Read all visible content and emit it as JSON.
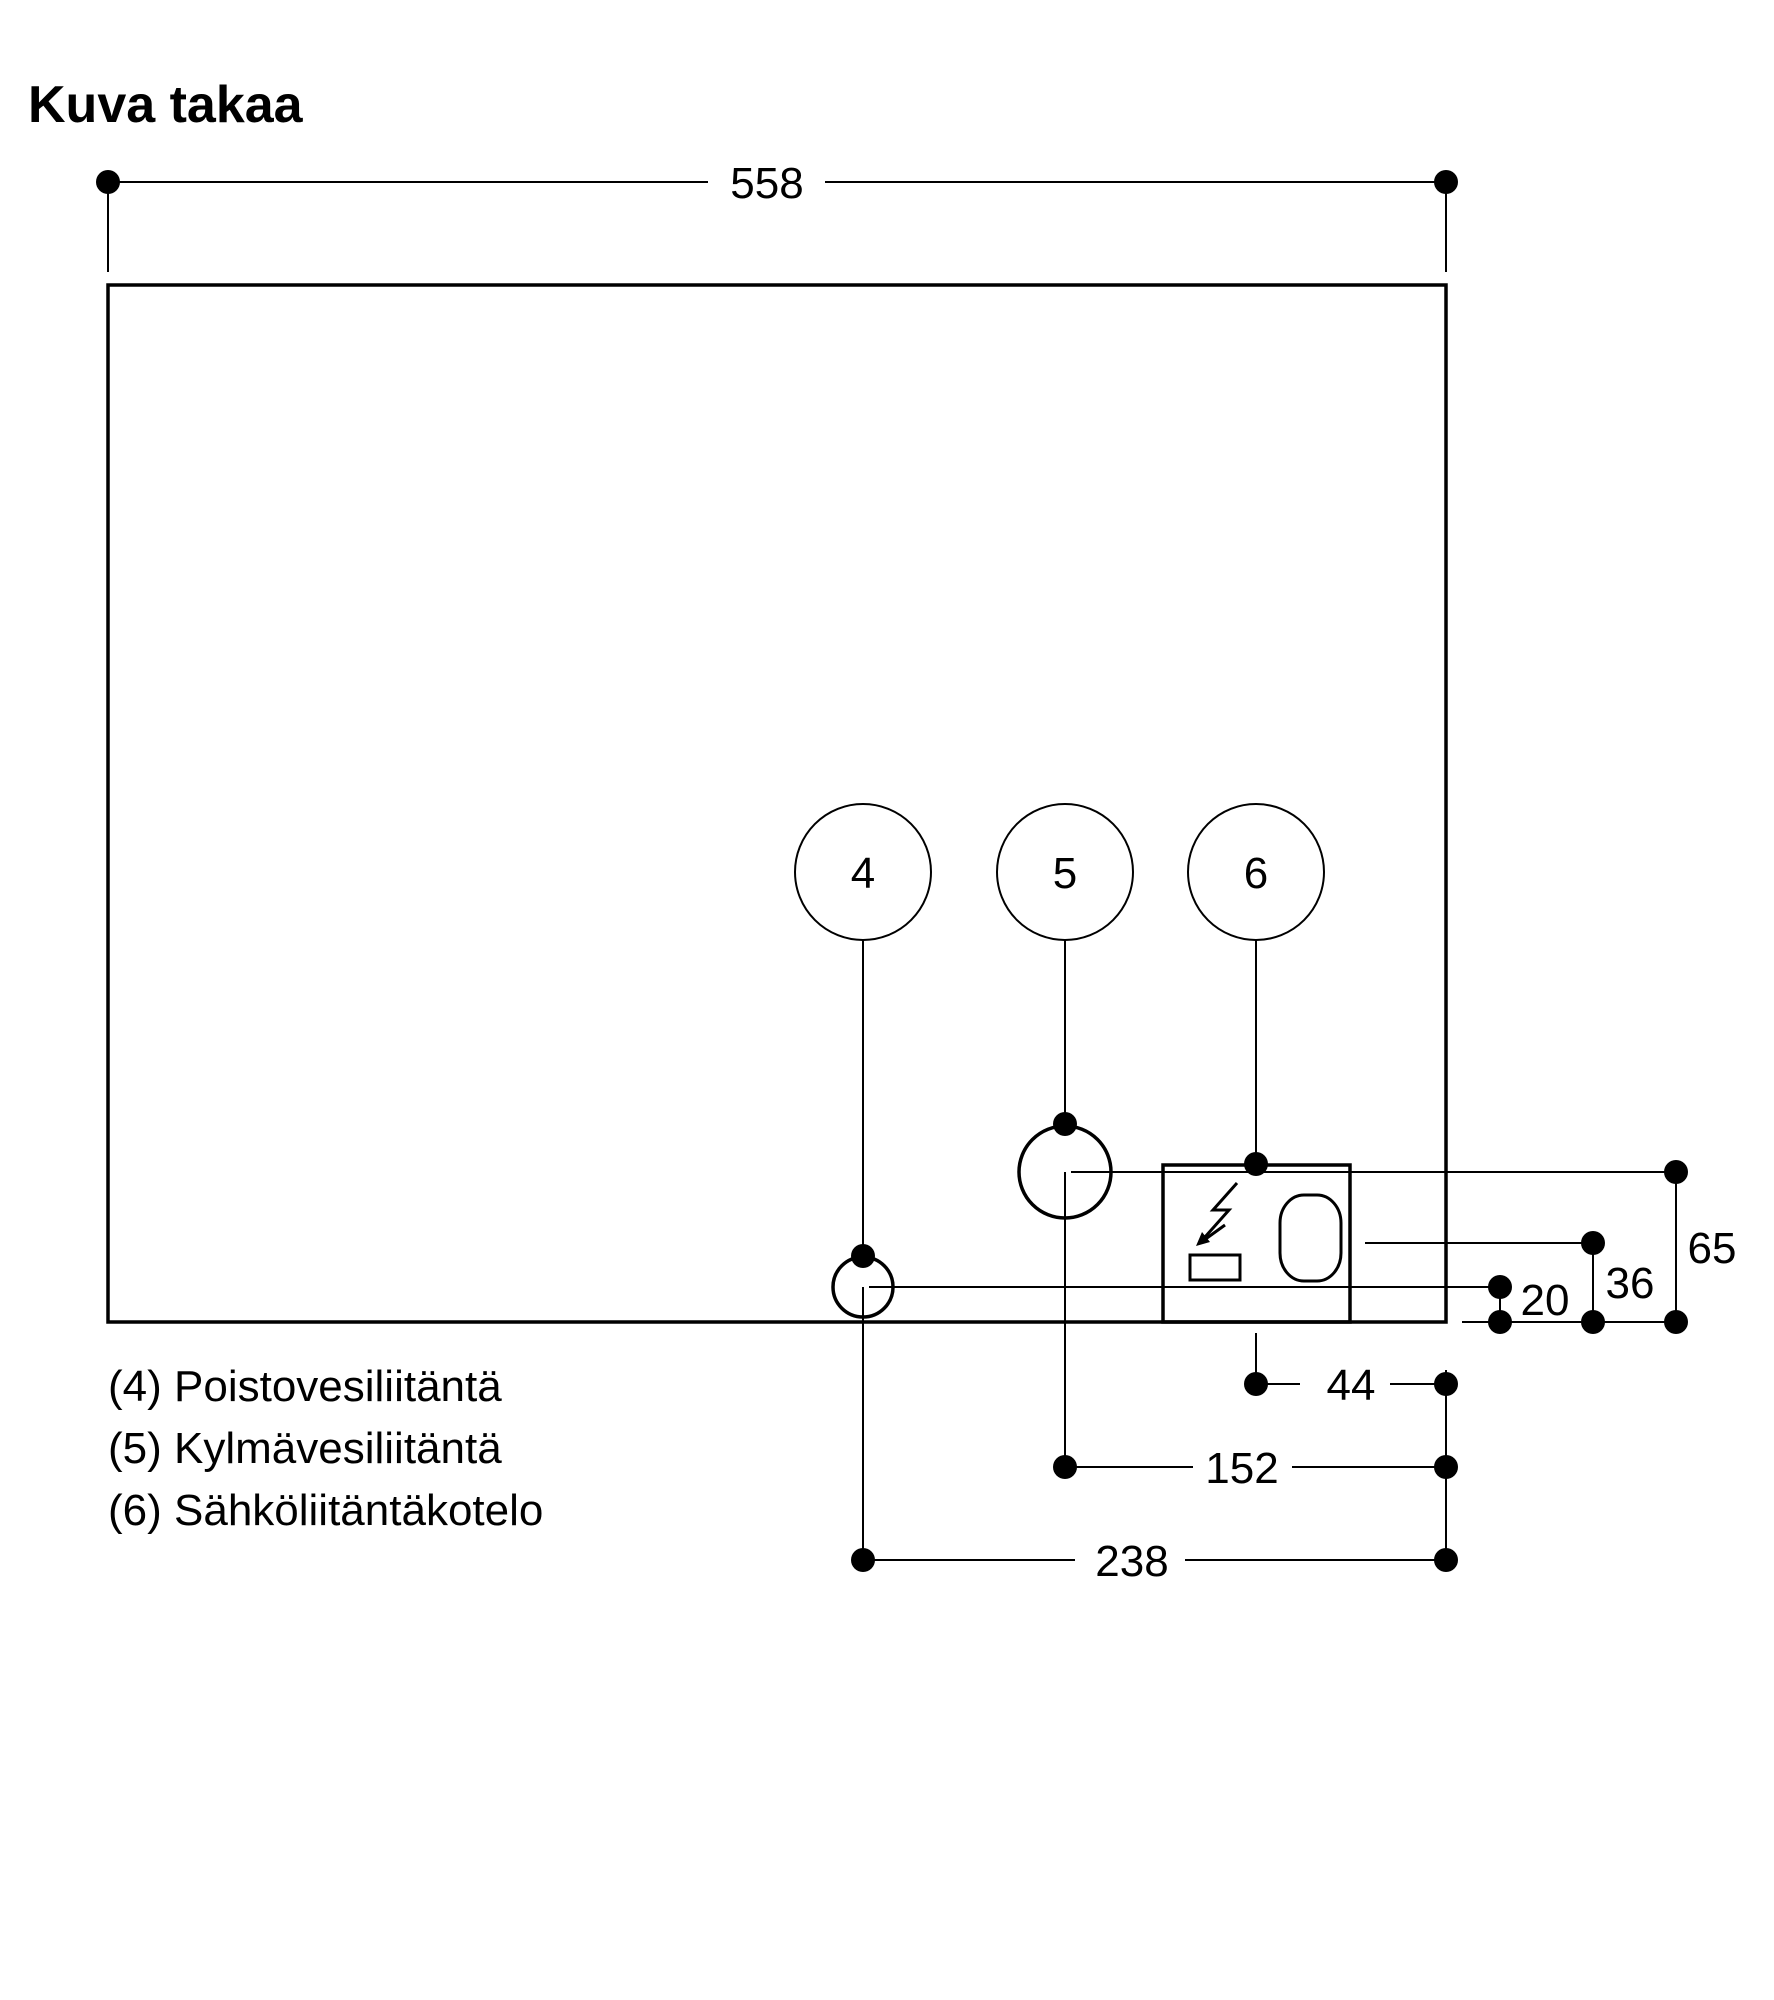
{
  "title": "Kuva takaa",
  "dimensions": {
    "width": "558",
    "box_offset": "44",
    "cold_water_offset": "152",
    "drain_offset": "238",
    "drain_height": "20",
    "box_mid_height": "36",
    "cold_water_height": "65"
  },
  "callouts": {
    "drain": "4",
    "cold_water": "5",
    "electrical_box": "6"
  },
  "legend": [
    "(4) Poistovesiliitäntä",
    "(5) Kylmävesiliitäntä",
    "(6) Sähköliitäntäkotelo"
  ],
  "icons": {
    "electrical_box": "lightning-arrow-icon"
  }
}
